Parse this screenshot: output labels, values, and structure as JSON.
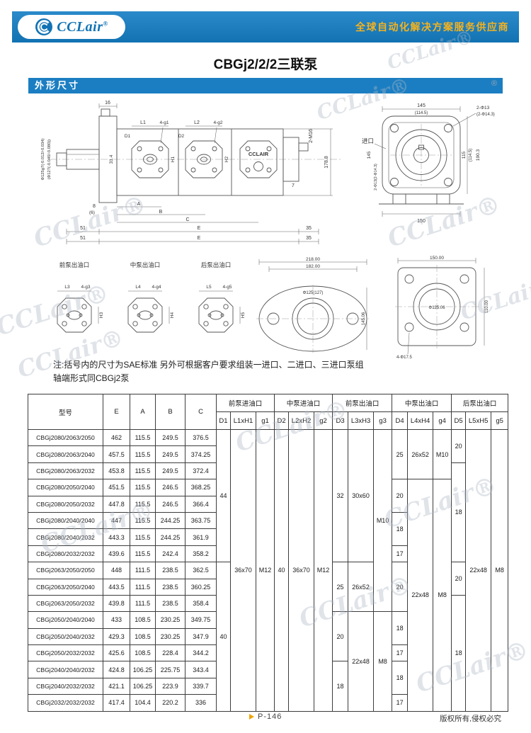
{
  "header": {
    "logo_text": "CCLair",
    "logo_reg": "®",
    "tagline": "全球自动化解决方案服务供应商"
  },
  "page": {
    "title": "CBGj2/2/2三联泵",
    "section_title": "外形尺寸",
    "watermark": "CCLair®",
    "note_line1": "注:括号内的尺寸为SAE标准 另外可根据客户要求组装一进口、二进口、三进口泵组",
    "note_line2": "轴端形式同CBGj2泵",
    "footer_page": "P-146",
    "footer_copyright": "版权所有,侵权必究"
  },
  "drawings": {
    "side_view": {
      "dim16": "16",
      "shaft_dia1": "Φ125g7(-0.012/-0.034)",
      "shaft_dia2": "(Φ127(-0.040/-0.080))",
      "dim31": "31.4",
      "dim8": "8",
      "dim6": "(6)",
      "L1": "L1",
      "g1": "4-g1",
      "D1": "D1",
      "H1": "H1",
      "L2": "L2",
      "g2": "4-g2",
      "D2": "D2",
      "H2": "H2",
      "brand": "CCLAIR",
      "m16": "2-M16",
      "dim178": "178.8",
      "dim7": "7",
      "A": "A",
      "B": "B",
      "C": "C",
      "E": "E",
      "d51": "51",
      "d35": "35"
    },
    "end_view": {
      "d145top": "145",
      "d114top": "(114.5)",
      "holes1": "2-Φ13",
      "holes2": "(2-Φ14.3)",
      "inlet": "进口",
      "d145left": "145",
      "holes_left": "2-Φ13(2-Φ14.3)",
      "d115": "115",
      "d114r": "(114.5)",
      "d190": "190.3",
      "d150": "150"
    },
    "ports": {
      "front_title": "前泵出油口",
      "mid_title": "中泵出油口",
      "rear_title": "后泵出油口",
      "L3": "L3",
      "g3": "4-g3",
      "H3": "H3",
      "L4": "L4",
      "g4": "4-g4",
      "H4": "H4",
      "L5": "L5",
      "g5": "4-g5",
      "H5": "H5"
    },
    "oval_flange": {
      "d218": "218.00",
      "d182": "182.00",
      "bore": "Φ125(127)",
      "dv": "145.06"
    },
    "square_flange": {
      "dtop": "150.00",
      "dright": "110.00",
      "bore": "Φ125.06",
      "holes": "4-Φ17.5"
    }
  },
  "table": {
    "fixed_headers": [
      "型号",
      "E",
      "A",
      "B",
      "C"
    ],
    "group_headers": [
      {
        "label": "前泵进油口",
        "span": 3
      },
      {
        "label": "中泵进油口",
        "span": 3
      },
      {
        "label": "前泵出油口",
        "span": 3
      },
      {
        "label": "中泵出油口",
        "span": 3
      },
      {
        "label": "后泵出油口",
        "span": 3
      }
    ],
    "sub_headers": [
      "D1",
      "L1xH1",
      "g1",
      "D2",
      "L2xH2",
      "g2",
      "D3",
      "L3xH3",
      "g3",
      "D4",
      "L4xH4",
      "g4",
      "D5",
      "L5xH5",
      "g5"
    ],
    "rows": [
      {
        "model": "CBGj2080/2063/2050",
        "e": "462",
        "a": "115.5",
        "b": "249.5",
        "c": "376.5",
        "cells": [
          [
            "44",
            8
          ],
          [
            "36x70",
            17
          ],
          [
            "M12",
            17
          ],
          [
            "40",
            17
          ],
          [
            "36x70",
            17
          ],
          [
            "M12",
            17
          ],
          [
            "32",
            8
          ],
          [
            "30x60",
            8
          ],
          [
            "M10",
            11
          ],
          [
            "25",
            3
          ],
          [
            "26x52",
            3
          ],
          [
            "M10",
            3
          ],
          [
            "20",
            2
          ],
          [
            "22x48",
            17
          ],
          [
            "M8",
            17
          ]
        ]
      },
      {
        "model": "CBGj2080/2063/2040",
        "e": "457.5",
        "a": "115.5",
        "b": "249.5",
        "c": "374.25",
        "cells": []
      },
      {
        "model": "CBGj2080/2063/2032",
        "e": "453.8",
        "a": "115.5",
        "b": "249.5",
        "c": "372.4",
        "cells": [
          [
            "18",
            6
          ]
        ]
      },
      {
        "model": "CBGj2080/2050/2040",
        "e": "451.5",
        "a": "115.5",
        "b": "246.5",
        "c": "368.25",
        "cells": [
          [
            "20",
            2
          ],
          [
            "22x48",
            14
          ],
          [
            "M8",
            14
          ]
        ]
      },
      {
        "model": "CBGj2080/2050/2032",
        "e": "447.8",
        "a": "115.5",
        "b": "246.5",
        "c": "366.4",
        "cells": []
      },
      {
        "model": "CBGj2080/2040/2040",
        "e": "447",
        "a": "115.5",
        "b": "244.25",
        "c": "363.75",
        "cells": [
          [
            "18",
            2
          ]
        ]
      },
      {
        "model": "CBGj2080/2040/2032",
        "e": "443.3",
        "a": "115.5",
        "b": "244.25",
        "c": "361.9",
        "cells": []
      },
      {
        "model": "CBGj2080/2032/2032",
        "e": "439.6",
        "a": "115.5",
        "b": "242.4",
        "c": "358.2",
        "cells": [
          [
            "17",
            1
          ]
        ]
      },
      {
        "model": "CBGj2063/2050/2050",
        "e": "448",
        "a": "111.5",
        "b": "238.5",
        "c": "362.5",
        "cells": [
          [
            "40",
            9
          ],
          [
            "25",
            3
          ],
          [
            "26x52",
            3
          ],
          [
            "20",
            3
          ],
          [
            "20",
            2
          ]
        ]
      },
      {
        "model": "CBGj2063/2050/2040",
        "e": "443.5",
        "a": "111.5",
        "b": "238.5",
        "c": "360.25",
        "cells": []
      },
      {
        "model": "CBGj2063/2050/2032",
        "e": "439.8",
        "a": "111.5",
        "b": "238.5",
        "c": "358.4",
        "cells": [
          [
            "18",
            7
          ]
        ]
      },
      {
        "model": "CBGj2050/2040/2040",
        "e": "433",
        "a": "108.5",
        "b": "230.25",
        "c": "349.75",
        "cells": [
          [
            "20",
            3
          ],
          [
            "22x48",
            6
          ],
          [
            "M8",
            6
          ],
          [
            "18",
            2
          ]
        ]
      },
      {
        "model": "CBGj2050/2040/2032",
        "e": "429.3",
        "a": "108.5",
        "b": "230.25",
        "c": "347.9",
        "cells": []
      },
      {
        "model": "CBGj2050/2032/2032",
        "e": "425.6",
        "a": "108.5",
        "b": "228.4",
        "c": "344.2",
        "cells": [
          [
            "17",
            1
          ]
        ]
      },
      {
        "model": "CBGj2040/2040/2032",
        "e": "424.8",
        "a": "106.25",
        "b": "225.75",
        "c": "343.4",
        "cells": [
          [
            "18",
            3
          ],
          [
            "18",
            2
          ]
        ]
      },
      {
        "model": "CBGj2040/2032/2032",
        "e": "421.1",
        "a": "106.25",
        "b": "223.9",
        "c": "339.7",
        "cells": []
      },
      {
        "model": "CBGj2032/2032/2032",
        "e": "417.4",
        "a": "104.4",
        "b": "220.2",
        "c": "336",
        "cells": [
          [
            "17",
            1
          ]
        ]
      }
    ]
  }
}
